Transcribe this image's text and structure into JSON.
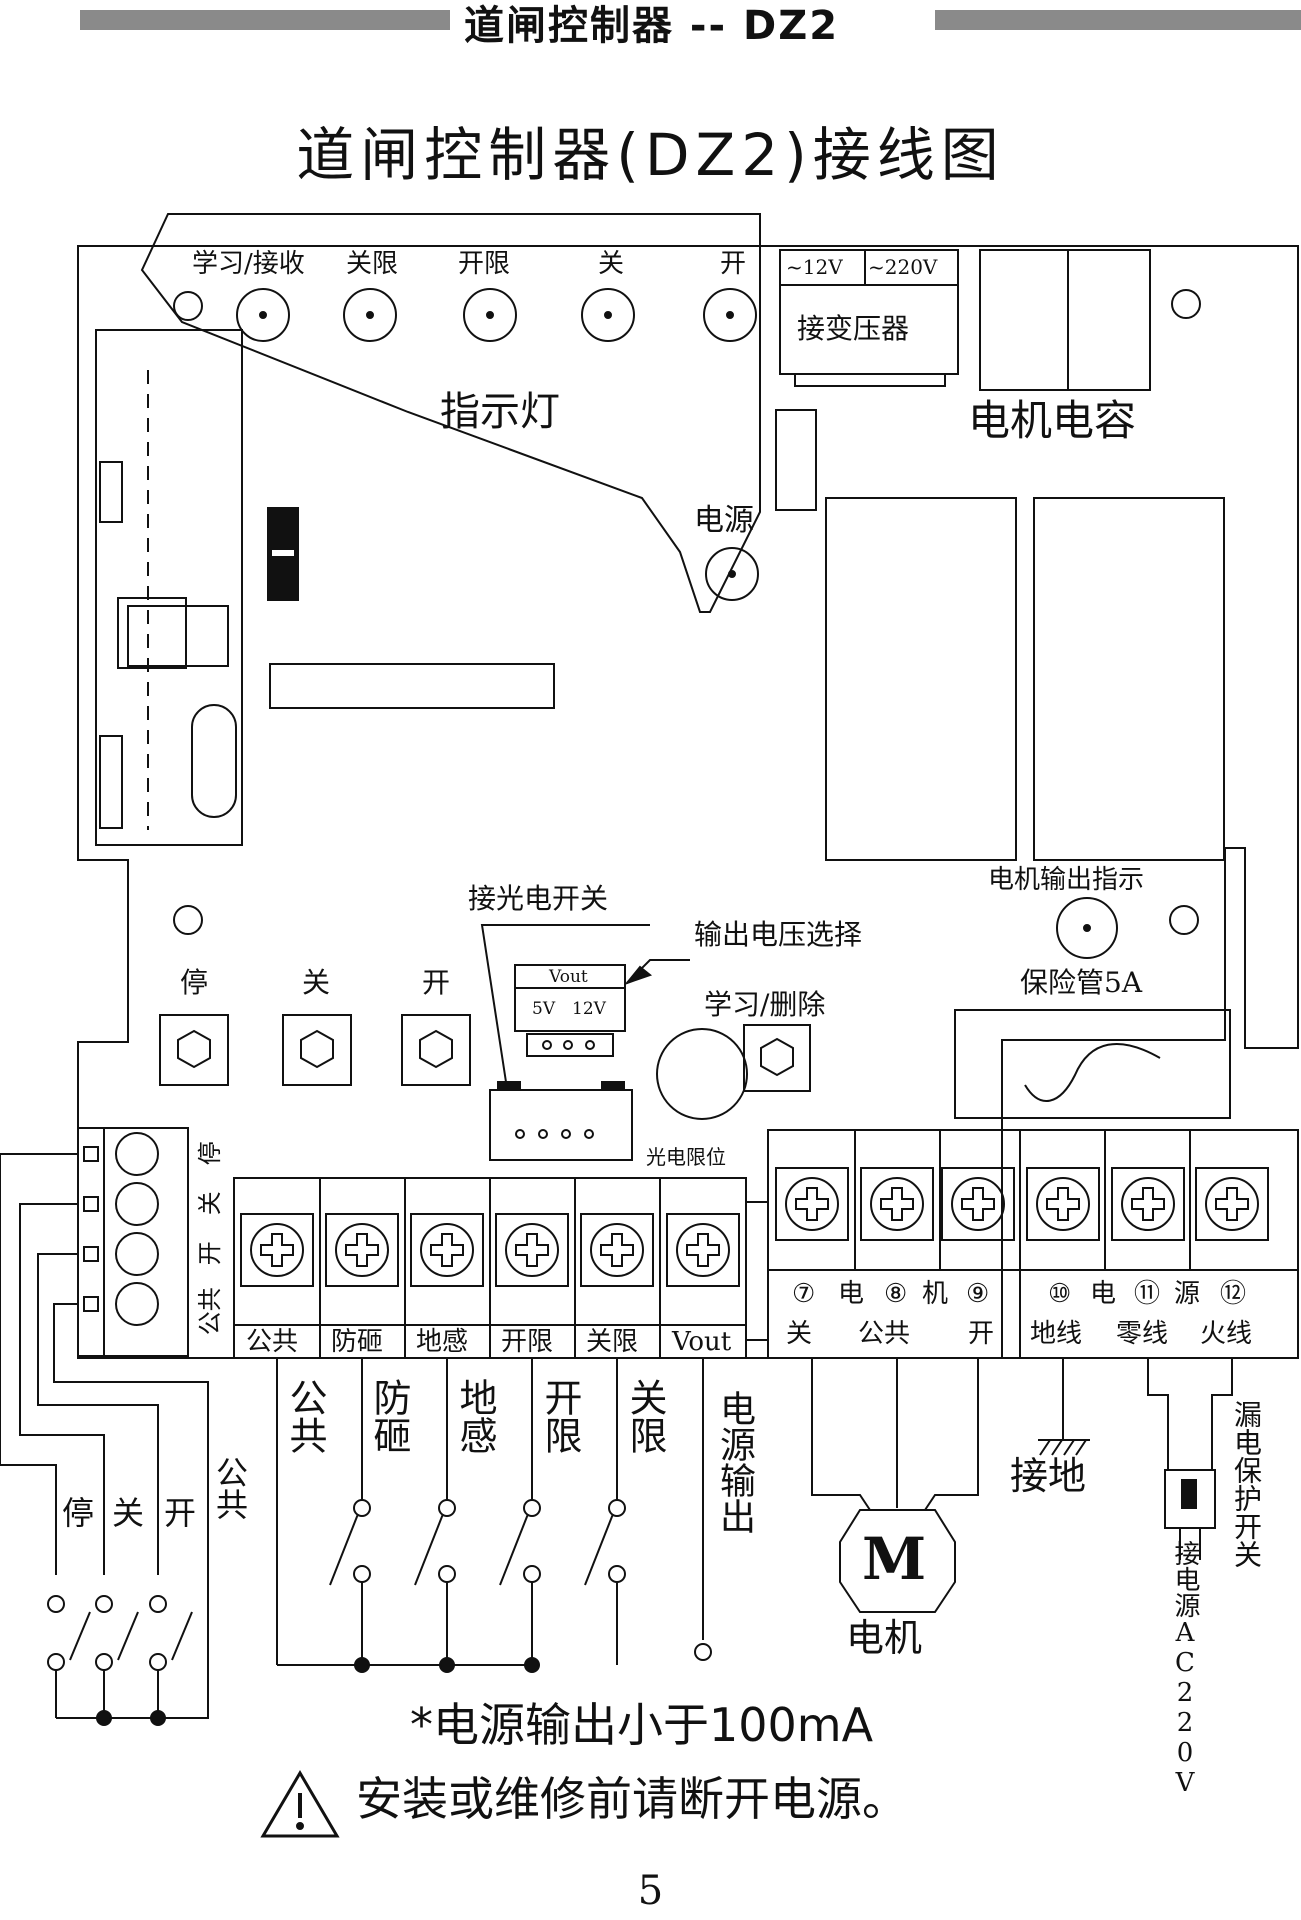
{
  "header": {
    "title": "道闸控制器 -- DZ2"
  },
  "diagram_title": "道闸控制器(DZ2)接线图",
  "indicators": {
    "labels": [
      "学习/接收",
      "关限",
      "开限",
      "关",
      "开"
    ],
    "group_label": "指示灯",
    "power_label": "电源"
  },
  "transformer": {
    "v12": "~12V",
    "v220": "~220V",
    "label": "接变压器"
  },
  "motor_capacitor_label": "电机电容",
  "motor_output_indicator_label": "电机输出指示",
  "buttons": {
    "stop": "停",
    "close": "关",
    "open": "开"
  },
  "photo_switch_label": "接光电开关",
  "voltage_select": {
    "label": "输出电压选择",
    "vout": "Vout",
    "v5": "5V",
    "v12": "12V"
  },
  "learn_delete_label": "学习/删除",
  "fuse_label": "保险管5A",
  "photo_limit_label": "光电限位",
  "left_terminal_labels": [
    "停",
    "关",
    "开",
    "公共"
  ],
  "bottom_terminal_labels": [
    "公共",
    "防砸",
    "地感",
    "开限",
    "关限",
    "Vout"
  ],
  "power_terminals": {
    "top": [
      "⑦",
      "电",
      "⑧",
      "机",
      "⑨",
      "⑩",
      "电",
      "⑪",
      "源",
      "⑫"
    ],
    "bottom": [
      "关",
      "公共",
      "开",
      "地线",
      "零线",
      "火线"
    ]
  },
  "wire_labels": [
    "公共",
    "防砸",
    "地感",
    "开限",
    "关限",
    "电源输出"
  ],
  "left_switch_labels": [
    "停",
    "关",
    "开",
    "公共"
  ],
  "motor": {
    "symbol": "M",
    "label": "电机"
  },
  "ground_label": "接地",
  "leak_switch_label": "漏电保护开关",
  "power_in_label": "接电源AC220V",
  "notes": {
    "power_output": "*电源输出小于100mA",
    "warning": "安装或维修前请断开电源。"
  },
  "page_number": "5"
}
